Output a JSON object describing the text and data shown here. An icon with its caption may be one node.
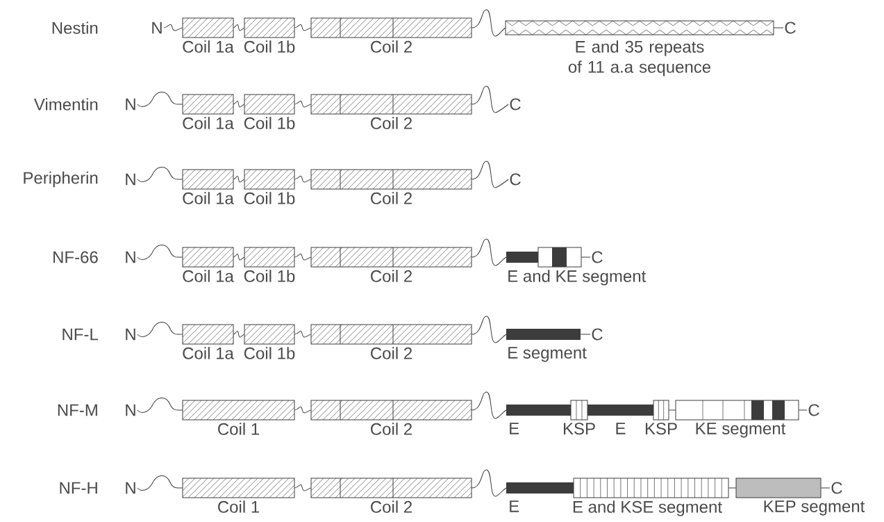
{
  "diagram": {
    "nodes": [
      {
        "text": [
          "N"
        ]
      },
      {
        "text": [
          "Coil 1a"
        ]
      },
      {
        "text": [
          "Coil 1b"
        ]
      },
      {
        "text": [
          "Coil 2"
        ]
      },
      {
        "text": [
          "E and 35 repeats of 11 a.a sequence"
        ]
      },
      {
        "text": [
          "C"
        ]
      },
      {
        "text": [
          "N"
        ]
      },
      {
        "text": [
          "Coil 1a"
        ]
      },
      {
        "text": [
          "Coil 1b"
        ]
      },
      {
        "text": [
          "Coil 2"
        ]
      },
      {
        "text": [
          "C"
        ]
      },
      {
        "text": [
          "N"
        ]
      },
      {
        "text": [
          "Coil 1a"
        ]
      },
      {
        "text": [
          "Coil 1b"
        ]
      },
      {
        "text": [
          "Coil 2"
        ]
      },
      {
        "text": [
          "C"
        ]
      },
      {
        "text": [
          "N"
        ]
      },
      {
        "text": [
          "Coil 1a"
        ]
      },
      {
        "text": [
          "Coil 1b"
        ]
      },
      {
        "text": [
          "Coil 2"
        ]
      },
      {
        "text": [
          "E and KE segment"
        ]
      },
      {
        "text": [
          "C"
        ]
      },
      {
        "text": [
          "N"
        ]
      },
      {
        "text": [
          "Coil 1a"
        ]
      },
      {
        "text": [
          "Coil 1b"
        ]
      },
      {
        "text": [
          "Coil 2"
        ]
      },
      {
        "text": [
          "E segment"
        ]
      },
      {
        "text": [
          "C"
        ]
      },
      {
        "text": [
          "N"
        ]
      },
      {
        "text": [
          "Coil 1"
        ]
      },
      {
        "text": [
          "Coil 2"
        ]
      },
      {
        "text": [
          "E"
        ]
      },
      {
        "text": [
          "KSP"
        ]
      },
      {
        "text": [
          "E"
        ]
      },
      {
        "text": [
          "KSP"
        ]
      },
      {
        "text": [
          "KE segment"
        ]
      },
      {
        "text": [
          "C"
        ]
      },
      {
        "text": [
          "N"
        ]
      },
      {
        "text": [
          "Coil 1"
        ]
      },
      {
        "text": [
          "Coil 2"
        ]
      },
      {
        "text": [
          "E"
        ]
      },
      {
        "text": [
          "E and KSE segment"
        ]
      },
      {
        "text": [
          "KEP segment"
        ]
      },
      {
        "text": [
          "C"
        ]
      }
    ],
    "edges": [
      {
        "from": 0,
        "to": 1,
        "arrow": "none"
      },
      {
        "from": 1,
        "to": 2,
        "arrow": "none"
      },
      {
        "from": 2,
        "to": 3,
        "arrow": "none"
      },
      {
        "from": 3,
        "to": 4,
        "arrow": "none"
      },
      {
        "from": 4,
        "to": 5,
        "arrow": "none"
      },
      {
        "from": 6,
        "to": 7,
        "arrow": "none"
      },
      {
        "from": 7,
        "to": 8,
        "arrow": "none"
      },
      {
        "from": 8,
        "to": 9,
        "arrow": "none"
      },
      {
        "from": 9,
        "to": 10,
        "arrow": "none"
      },
      {
        "from": 11,
        "to": 12,
        "arrow": "none"
      },
      {
        "from": 12,
        "to": 13,
        "arrow": "none"
      },
      {
        "from": 13,
        "to": 14,
        "arrow": "none"
      },
      {
        "from": 14,
        "to": 15,
        "arrow": "none"
      },
      {
        "from": 16,
        "to": 17,
        "arrow": "none"
      },
      {
        "from": 17,
        "to": 18,
        "arrow": "none"
      },
      {
        "from": 18,
        "to": 19,
        "arrow": "none"
      },
      {
        "from": 19,
        "to": 20,
        "arrow": "none"
      },
      {
        "from": 20,
        "to": 21,
        "arrow": "none"
      },
      {
        "from": 22,
        "to": 23,
        "arrow": "none"
      },
      {
        "from": 23,
        "to": 24,
        "arrow": "none"
      },
      {
        "from": 24,
        "to": 25,
        "arrow": "none"
      },
      {
        "from": 25,
        "to": 26,
        "arrow": "none"
      },
      {
        "from": 26,
        "to": 27,
        "arrow": "none"
      },
      {
        "from": 28,
        "to": 29,
        "arrow": "none"
      },
      {
        "from": 29,
        "to": 30,
        "arrow": "none"
      },
      {
        "from": 30,
        "to": 31,
        "arrow": "none"
      },
      {
        "from": 34,
        "to": 35,
        "arrow": "none"
      },
      {
        "from": 35,
        "to": 36,
        "arrow": "none"
      },
      {
        "from": 37,
        "to": 38,
        "arrow": "none"
      },
      {
        "from": 38,
        "to": 39,
        "arrow": "none"
      },
      {
        "from": 39,
        "to": 40,
        "arrow": "none"
      },
      {
        "from": 41,
        "to": 42,
        "arrow": "none"
      },
      {
        "from": 42,
        "to": 43,
        "arrow": "none"
      }
    ],
    "labels": [
      "Nestin",
      "Vimentin",
      "Peripherin",
      "NF-66",
      "NF-L",
      "NF-M",
      "NF-H"
    ]
  }
}
